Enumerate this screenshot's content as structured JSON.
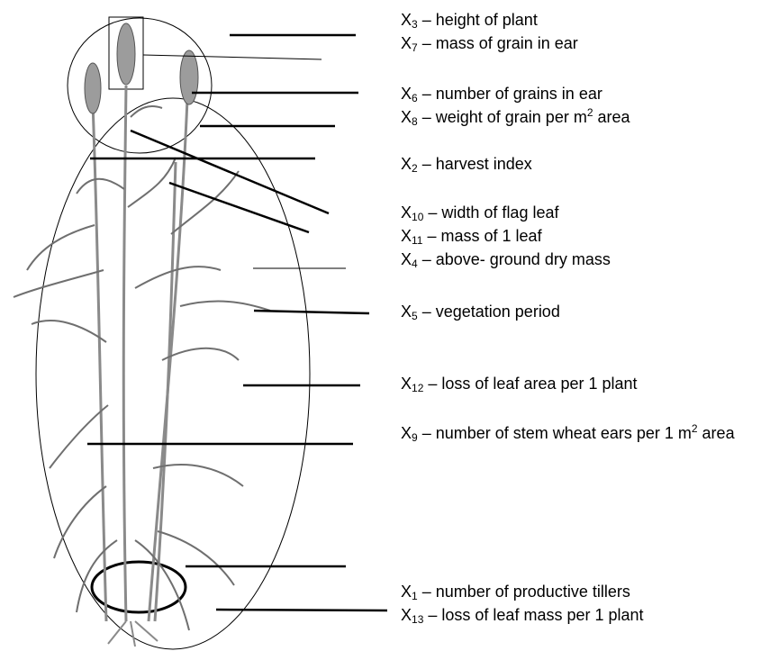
{
  "colors": {
    "ink": "#000000",
    "stem": "#8a8a8a",
    "leaf": "#6f6f6f",
    "ear": "#9c9c9c",
    "background": "#ffffff"
  },
  "labels": [
    {
      "id": "x3",
      "sub": "3",
      "text": "– height of plant"
    },
    {
      "id": "x7",
      "sub": "7",
      "text": "– mass of grain in ear"
    },
    {
      "id": "x6",
      "sub": "6",
      "text": "– number of grains in ear"
    },
    {
      "id": "x8",
      "sub": "8",
      "text": "– weight of grain per m",
      "sup": "2",
      "tail": " area"
    },
    {
      "id": "x2",
      "sub": "2",
      "text": "– harvest index"
    },
    {
      "id": "x10",
      "sub": "10",
      "text": "– width of flag leaf"
    },
    {
      "id": "x11",
      "sub": "11",
      "text": "– mass of 1 leaf"
    },
    {
      "id": "x4",
      "sub": "4",
      "text": "– above- ground dry mass"
    },
    {
      "id": "x5",
      "sub": "5",
      "text": "– vegetation period"
    },
    {
      "id": "x12",
      "sub": "12",
      "text": "– loss of leaf area per 1 plant"
    },
    {
      "id": "x9",
      "sub": "9",
      "text": "– number of stem wheat ears per 1 m",
      "sup": "2",
      "tail": " area"
    },
    {
      "id": "x1",
      "sub": "1",
      "text": "– number of productive tillers"
    },
    {
      "id": "x13",
      "sub": "13",
      "text": "– loss of leaf mass per 1 plant"
    }
  ],
  "letter": "X"
}
